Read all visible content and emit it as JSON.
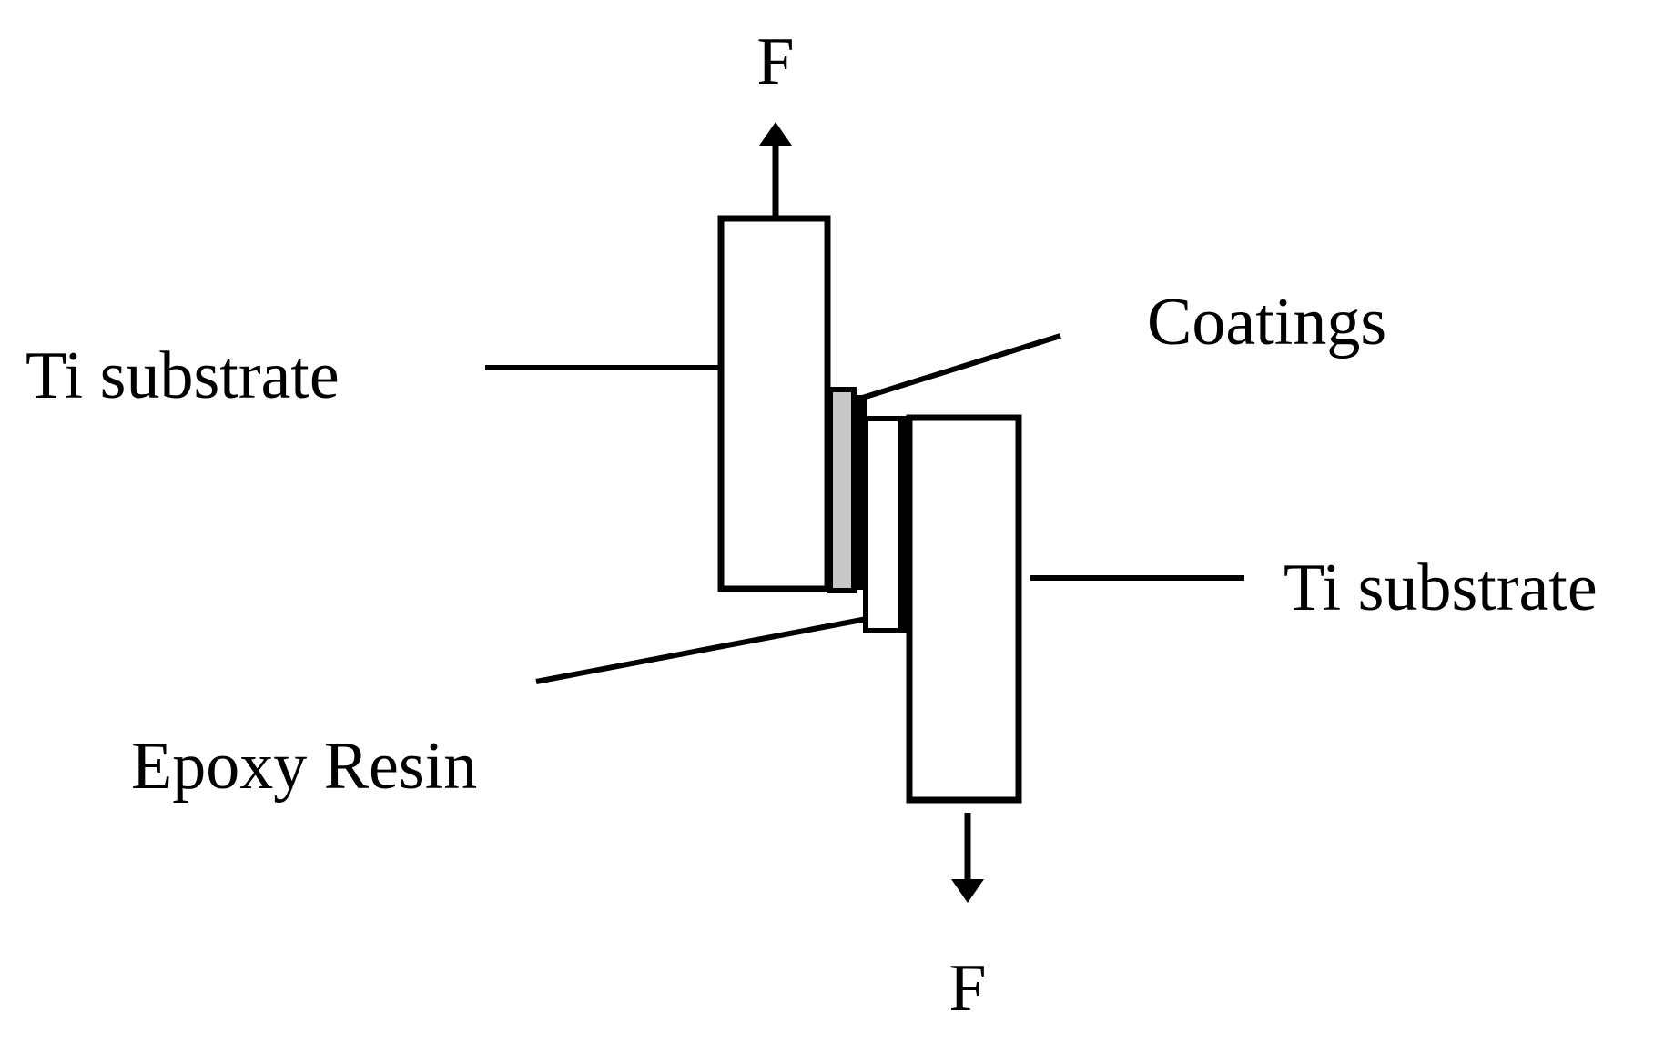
{
  "labels": {
    "force_top": "F",
    "force_bottom": "F",
    "ti_substrate_left": "Ti substrate",
    "ti_substrate_right": "Ti substrate",
    "coatings": "Coatings",
    "epoxy_resin": "Epoxy Resin"
  },
  "colors": {
    "line": "#000000",
    "coating_fill": "#c8c8c8",
    "epoxy_fill": "#000000",
    "substrate_fill": "#ffffff"
  }
}
